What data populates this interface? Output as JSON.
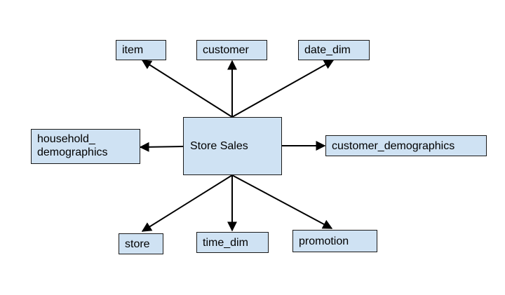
{
  "diagram": {
    "center": "Store Sales",
    "nodes": {
      "item": "item",
      "customer": "customer",
      "date_dim": "date_dim",
      "household_demographics": "household_\ndemographics",
      "customer_demographics": "customer_demographics",
      "store": "store",
      "time_dim": "time_dim",
      "promotion": "promotion"
    },
    "colors": {
      "node_fill": "#cfe2f3",
      "node_border": "#1a1a1a",
      "edge": "#000000"
    }
  }
}
